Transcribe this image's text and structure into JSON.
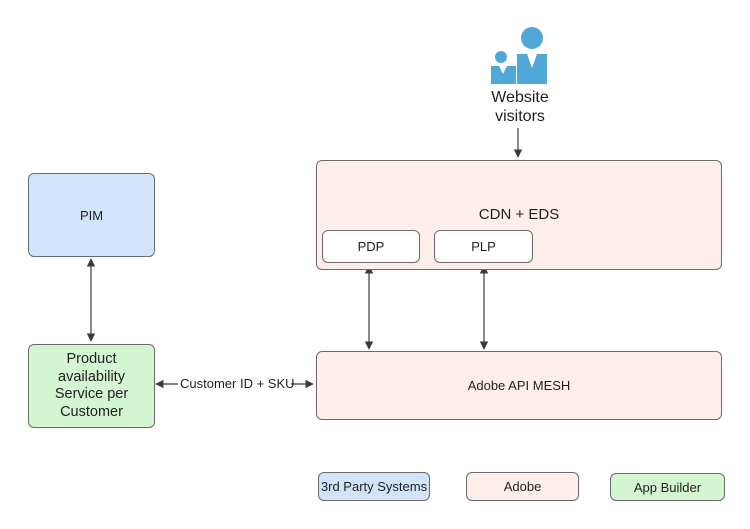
{
  "actor": {
    "label_line1": "Website",
    "label_line2": "visitors",
    "icon": "users-icon"
  },
  "nodes": {
    "pim": "PIM",
    "product_service": [
      "Product",
      "availability",
      "Service per",
      "Customer"
    ],
    "cdn": "CDN + EDS",
    "pdp": "PDP",
    "plp": "PLP",
    "api_mesh": "Adobe API MESH"
  },
  "edges": {
    "service_to_mesh": "Customer ID + SKU"
  },
  "legend": {
    "third_party": "3rd Party Systems",
    "adobe": "Adobe",
    "app_builder": "App Builder"
  },
  "colors": {
    "third_party": "#d1e4fb",
    "adobe": "#fdeeec",
    "app_builder": "#d3f5d1",
    "icon": "#4fa8d6"
  }
}
